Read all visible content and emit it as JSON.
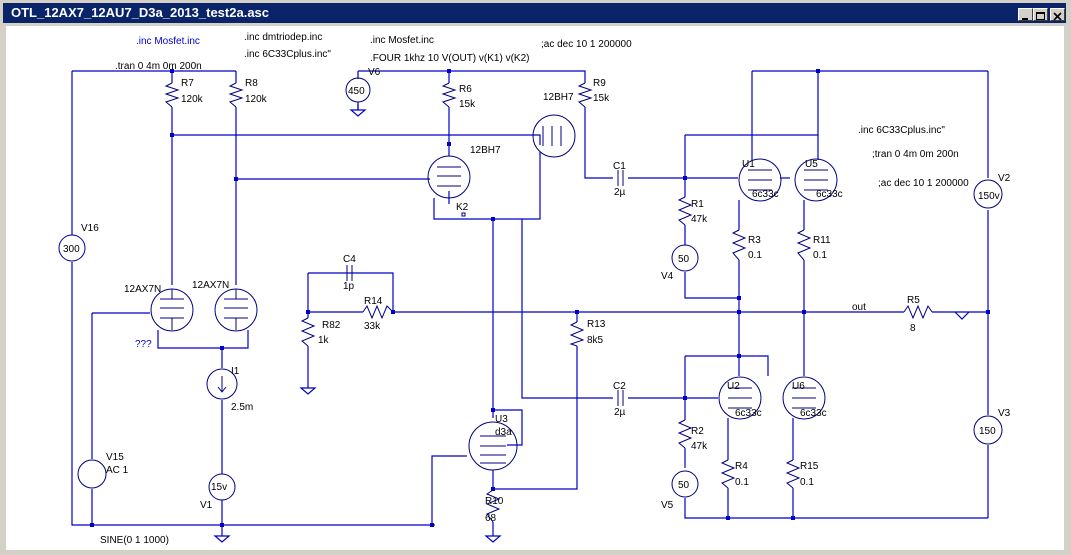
{
  "window": {
    "title": "OTL_12AX7_12AU7_D3a_2013_test2a.asc"
  },
  "directives": {
    "inc_mosfet_blue": ".inc Mosfet.inc",
    "inc_dmtriodep": ".inc dmtriodep.inc",
    "inc_6c33c_a": ".inc 6C33Cplus.inc\"",
    "inc_mosfet_b": ".inc Mosfet.inc",
    "four": ".FOUR 1khz 10 V(OUT) v(K1) v(K2)",
    "ac_a": ";ac dec 10 1 200000",
    "tran_a": ".tran 0 4m 0m 200n",
    "inc_6c33c_b": ".inc 6C33Cplus.inc\"",
    "tran_b": ";tran 0 4m 0m 200n",
    "ac_b": ";ac dec 10 1 200000"
  },
  "components": {
    "R7": {
      "name": "R7",
      "value": "120k"
    },
    "R8": {
      "name": "R8",
      "value": "120k"
    },
    "R6": {
      "name": "R6",
      "value": "15k"
    },
    "R9": {
      "name": "R9",
      "value": "15k"
    },
    "R1": {
      "name": "R1",
      "value": "47k"
    },
    "R2": {
      "name": "R2",
      "value": "47k"
    },
    "R3": {
      "name": "R3",
      "value": "0.1"
    },
    "R4": {
      "name": "R4",
      "value": "0.1"
    },
    "R11": {
      "name": "R11",
      "value": "0.1"
    },
    "R15": {
      "name": "R15",
      "value": "0.1"
    },
    "R5": {
      "name": "R5",
      "value": "8"
    },
    "R82": {
      "name": "R82",
      "value": "1k"
    },
    "R14": {
      "name": "R14",
      "value": "33k"
    },
    "R13": {
      "name": "R13",
      "value": "8k5"
    },
    "R10": {
      "name": "R10",
      "value": "68"
    },
    "C1": {
      "name": "C1",
      "value": "2µ"
    },
    "C2": {
      "name": "C2",
      "value": "2µ"
    },
    "C4": {
      "name": "C4",
      "value": "1p"
    },
    "V6": {
      "name": "V6",
      "value": "450"
    },
    "V16": {
      "name": "V16",
      "value": "300"
    },
    "V2": {
      "name": "V2",
      "value": "150v"
    },
    "V3": {
      "name": "V3",
      "value": "150"
    },
    "V4": {
      "name": "V4",
      "value": "50"
    },
    "V5": {
      "name": "V5",
      "value": "50"
    },
    "V1": {
      "name": "V1",
      "value": "15v"
    },
    "V15": {
      "name": "V15",
      "value": "AC 1"
    },
    "V15_sine": "SINE(0 1 1000)",
    "I1": {
      "name": "I1",
      "value": "2.5m"
    },
    "U1": {
      "name": "U1",
      "value": "6c33c"
    },
    "U5": {
      "name": "U5",
      "value": "6c33c"
    },
    "U2": {
      "name": "U2",
      "value": "6c33c"
    },
    "U6": {
      "name": "U6",
      "value": "6c33c"
    },
    "U3": {
      "name": "U3",
      "value": "d3a"
    },
    "tube_12bh7_a": "12BH7",
    "tube_12bh7_b": "12BH7",
    "tube_12ax7n_a": "12AX7N",
    "tube_12ax7n_b": "12AX7N",
    "qqq": "???"
  },
  "nets": {
    "out": "out",
    "k2": "K2"
  }
}
